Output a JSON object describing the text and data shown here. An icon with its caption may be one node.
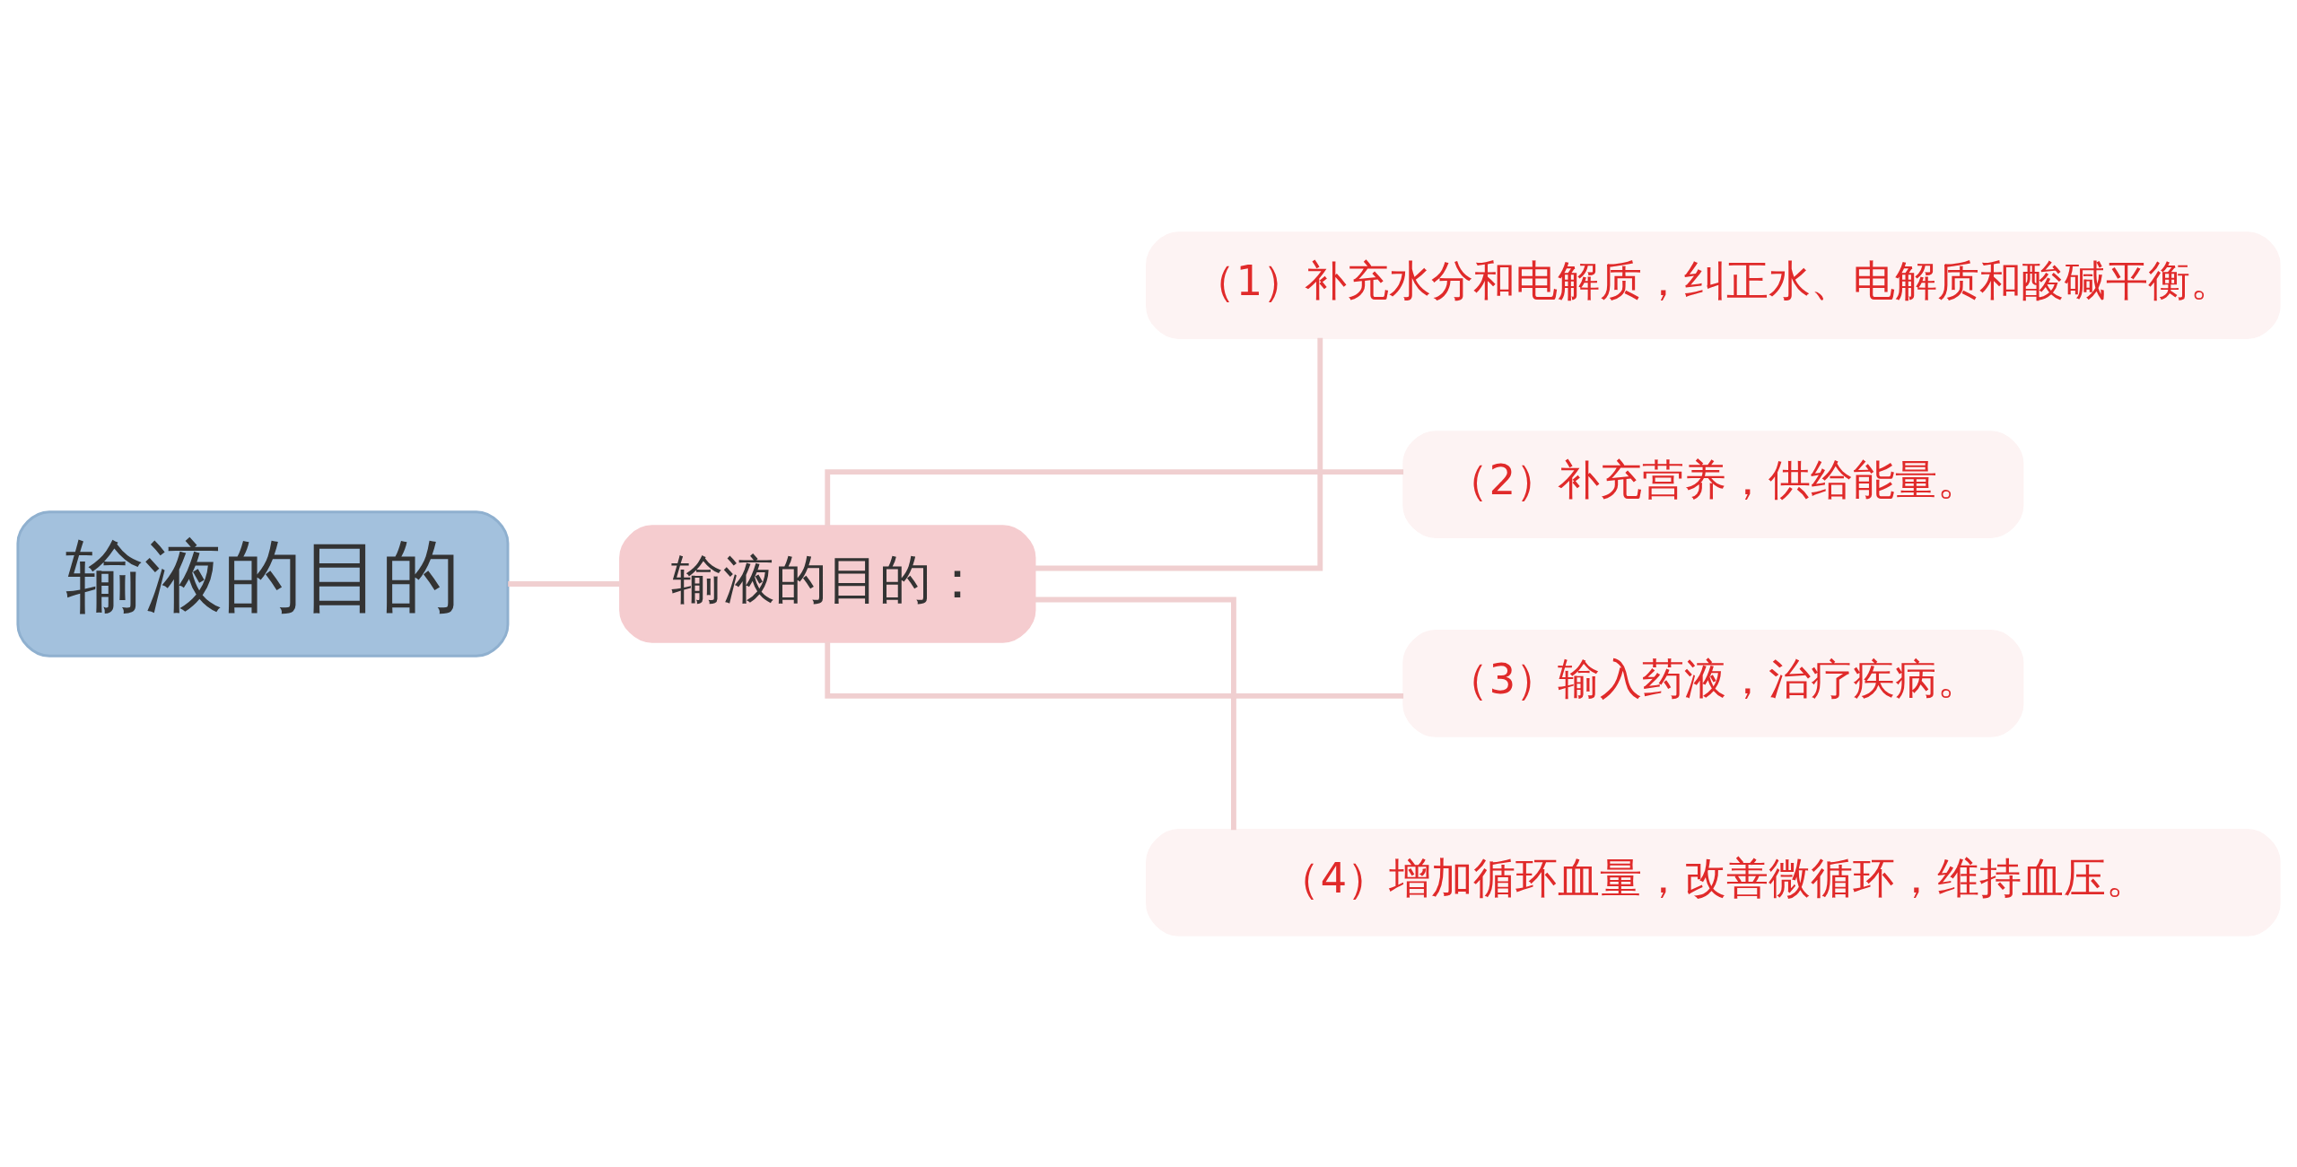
{
  "diagram": {
    "nodes": [
      {
        "text": [
          "输液的目的"
        ]
      },
      {
        "text": [
          "输液的目的："
        ]
      },
      {
        "text": [
          "（1）补充水分和电解质，纠正水、电解质和酸碱平衡。"
        ]
      },
      {
        "text": [
          "（2）补充营养，供给能量。"
        ]
      },
      {
        "text": [
          "（3）输入药液，治疗疾病。"
        ]
      },
      {
        "text": [
          "（4）增加循环血量，改善微循环，维持血压。"
        ]
      }
    ],
    "edges": [
      {
        "from": 0,
        "to": 1,
        "arrow": "none"
      },
      {
        "from": 1,
        "to": 2,
        "arrow": "none"
      },
      {
        "from": 1,
        "to": 3,
        "arrow": "none"
      },
      {
        "from": 1,
        "to": 4,
        "arrow": "none"
      },
      {
        "from": 1,
        "to": 5,
        "arrow": "none"
      }
    ]
  }
}
